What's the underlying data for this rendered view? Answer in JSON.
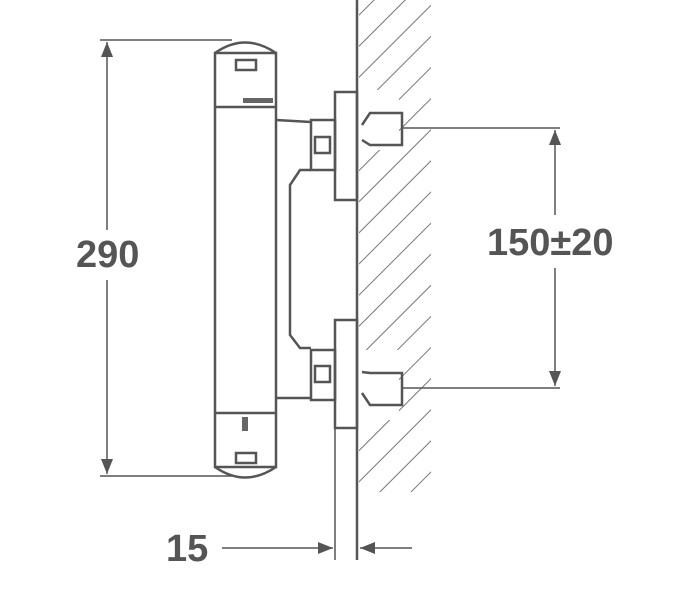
{
  "dimensions": {
    "height": "290",
    "inlet_spacing": "150±20",
    "wall_offset": "15"
  },
  "colors": {
    "line": "#555555",
    "hatch": "#777777"
  }
}
